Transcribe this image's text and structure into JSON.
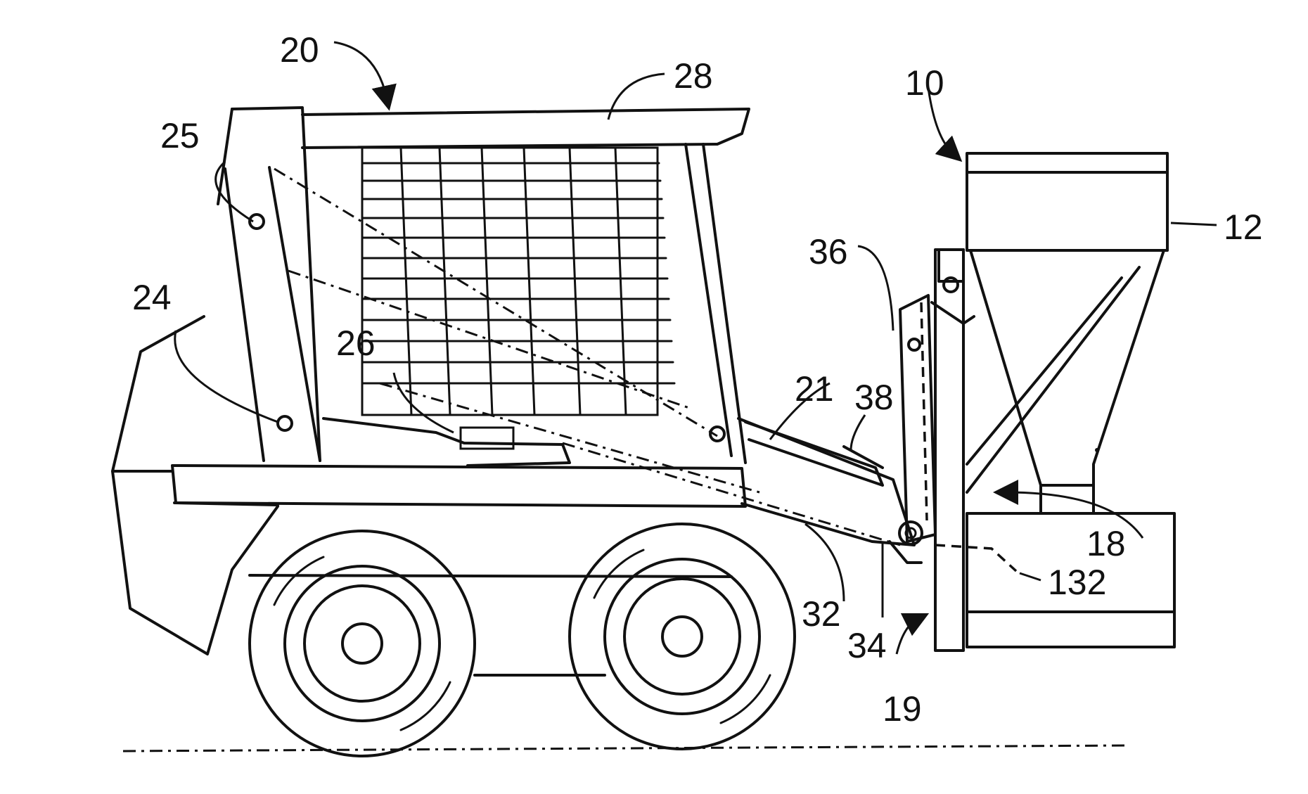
{
  "labels": {
    "l10": "10",
    "l12": "12",
    "l18": "18",
    "l19": "19",
    "l20": "20",
    "l21": "21",
    "l24": "24",
    "l25": "25",
    "l26": "26",
    "l28": "28",
    "l32": "32",
    "l34": "34",
    "l36": "36",
    "l38": "38",
    "l132": "132"
  }
}
